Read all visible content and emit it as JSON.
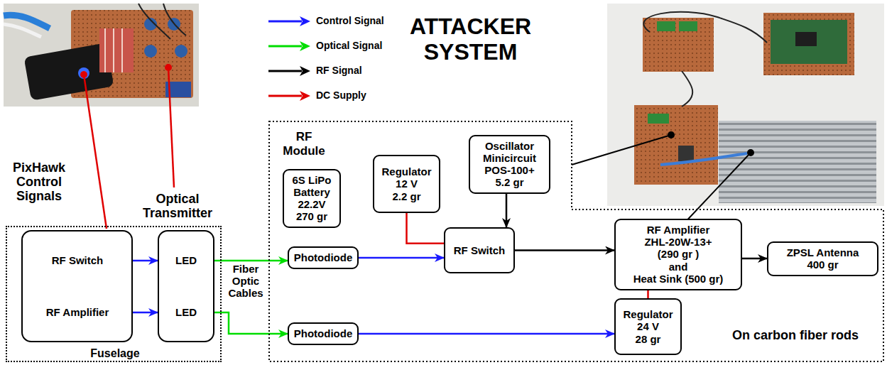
{
  "diagram": {
    "title": "ATTACKER SYSTEM",
    "nodes": [
      {
        "text": [
          "Fuselage"
        ]
      },
      {
        "text": [
          "RF Switch",
          "RF Amplifier"
        ],
        "in": 0
      },
      {
        "text": [
          "LED",
          "LED"
        ],
        "in": 0
      },
      {
        "text": [
          "RF Module",
          "On carbon fiber rods"
        ]
      },
      {
        "text": [
          "6S LiPo Battery",
          "22.2V",
          "270 gr"
        ],
        "in": 3
      },
      {
        "text": [
          "Regulator",
          "12 V",
          "2.2 gr"
        ],
        "in": 3
      },
      {
        "text": [
          "Oscillator",
          "Minicircuit",
          "POS-100+",
          "5.2 gr"
        ],
        "in": 3
      },
      {
        "text": [
          "Photodiode"
        ],
        "in": 3
      },
      {
        "text": [
          "RF Switch"
        ],
        "in": 3
      },
      {
        "text": [
          "RF Amplifier",
          "ZHL-20W-13+",
          "(290 gr )",
          "and",
          "Heat Sink (500 gr)"
        ],
        "in": 3
      },
      {
        "text": [
          "ZPSL Antenna",
          "400 gr"
        ],
        "in": 3
      },
      {
        "text": [
          "Photodiode"
        ],
        "in": 3
      },
      {
        "text": [
          "Regulator",
          "24 V",
          "28 gr"
        ],
        "in": 3
      }
    ],
    "edges": [
      {
        "from": 1,
        "to": 2,
        "arrow": "to"
      },
      {
        "from": 1,
        "to": 2,
        "arrow": "to"
      },
      {
        "from": 2,
        "to": 7,
        "arrow": "to"
      },
      {
        "from": 2,
        "to": 11,
        "arrow": "to"
      },
      {
        "from": 7,
        "to": 8,
        "arrow": "to"
      },
      {
        "from": 5,
        "to": 8,
        "arrow": "none"
      },
      {
        "from": 6,
        "to": 8,
        "arrow": "to"
      },
      {
        "from": 8,
        "to": 9,
        "arrow": "to"
      },
      {
        "from": 9,
        "to": 10,
        "arrow": "to"
      },
      {
        "from": 11,
        "to": 12,
        "arrow": "to"
      },
      {
        "from": 12,
        "to": 9,
        "arrow": "none"
      }
    ],
    "labels": [
      "PixHawk Control Signals",
      "Optical Transmitter",
      "Fiber Optic Cables"
    ],
    "legend": [
      {
        "text": "Control Signal",
        "color": "#1a1aff"
      },
      {
        "text": "Optical Signal",
        "color": "#00dd00"
      },
      {
        "text": "RF Signal",
        "color": "#000000"
      },
      {
        "text": "DC Supply",
        "color": "#e00000"
      }
    ]
  }
}
